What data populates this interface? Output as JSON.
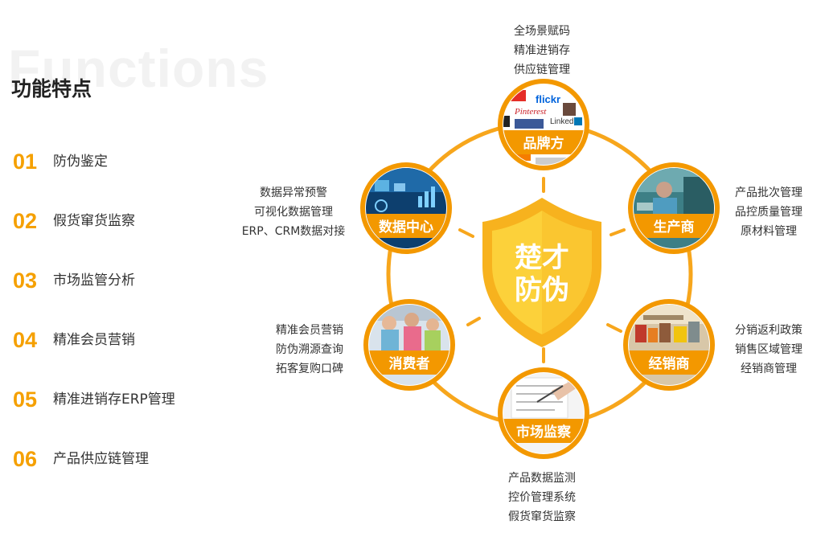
{
  "watermark": "Functions",
  "title": "功能特点",
  "features": [
    {
      "num": "01",
      "label": "防伪鉴定"
    },
    {
      "num": "02",
      "label": "假货窜货监察"
    },
    {
      "num": "03",
      "label": "市场监管分析"
    },
    {
      "num": "04",
      "label": "精准会员营销"
    },
    {
      "num": "05",
      "label": "精准进销存ERP管理"
    },
    {
      "num": "06",
      "label": "产品供应链管理"
    }
  ],
  "center": {
    "line1": "楚才",
    "line2": "防伪"
  },
  "nodes": [
    {
      "key": "brand",
      "title": "品牌方",
      "lines": [
        "全场景赋码",
        "精准进销存",
        "供应链管理"
      ],
      "image": "social-media-logos-photo"
    },
    {
      "key": "producer",
      "title": "生产商",
      "lines": [
        "产品批次管理",
        "品控质量管理",
        "原材料管理"
      ],
      "image": "factory-worker-photo"
    },
    {
      "key": "distributor",
      "title": "经销商",
      "lines": [
        "分销返利政策",
        "销售区域管理",
        "经销商管理"
      ],
      "image": "supermarket-cart-photo"
    },
    {
      "key": "market",
      "title": "市场监察",
      "lines": [
        "产品数据监测",
        "控价管理系统",
        "假货窜货监察"
      ],
      "image": "document-review-photo"
    },
    {
      "key": "consumer",
      "title": "消费者",
      "lines": [
        "精准会员营销",
        "防伪溯源查询",
        "拓客复购口碑"
      ],
      "image": "shoppers-photo"
    },
    {
      "key": "data",
      "title": "数据中心",
      "lines": [
        "数据异常预警",
        "可视化数据管理",
        "ERP、CRM数据对接"
      ],
      "image": "data-dashboard-photo"
    }
  ],
  "colors": {
    "accent": "#f5a000",
    "ring": "#f7a61c",
    "shield": "#f7b21e",
    "shield_inner": "#fcd13a",
    "banner": "#f39800"
  }
}
